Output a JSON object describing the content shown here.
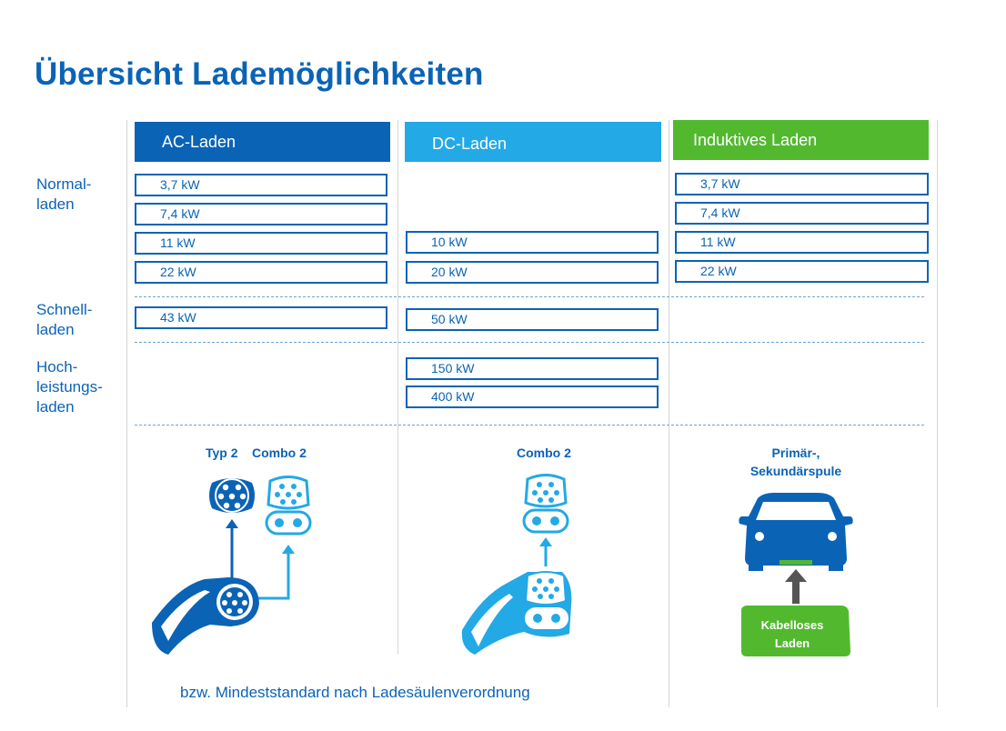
{
  "title": "Übersicht Lademöglichkeiten",
  "headers": {
    "ac": "AC-Laden",
    "dc": "DC-Laden",
    "inductive": "Induktives Laden"
  },
  "categories": {
    "normal": "Normal-\nladen",
    "fast": "Schnell-\nladen",
    "hpc": "Hoch-\nleistungs-\nladen"
  },
  "ac_normal": [
    "3,7 kW",
    "7,4 kW",
    "11 kW",
    "22 kW"
  ],
  "ac_fast": "43 kW",
  "dc_normal": [
    "10 kW",
    "20 kW"
  ],
  "dc_fast": "50 kW",
  "dc_hpc": [
    "150 kW",
    "400 kW"
  ],
  "ind_normal": [
    "3,7 kW",
    "7,4 kW",
    "11 kW",
    "22 kW"
  ],
  "plugs": {
    "ac_type2": "Typ 2",
    "ac_combo2": "Combo 2",
    "dc_combo2": "Combo 2",
    "ind_coil": "Primär-,\nSekundärspule",
    "ind_pad": "Kabelloses\nLaden"
  },
  "footnote": "bzw. Mindeststandard nach Ladesäulenverordnung",
  "colors": {
    "ac": "#0b63b6",
    "dc": "#23a9e6",
    "inductive": "#52b92f"
  }
}
